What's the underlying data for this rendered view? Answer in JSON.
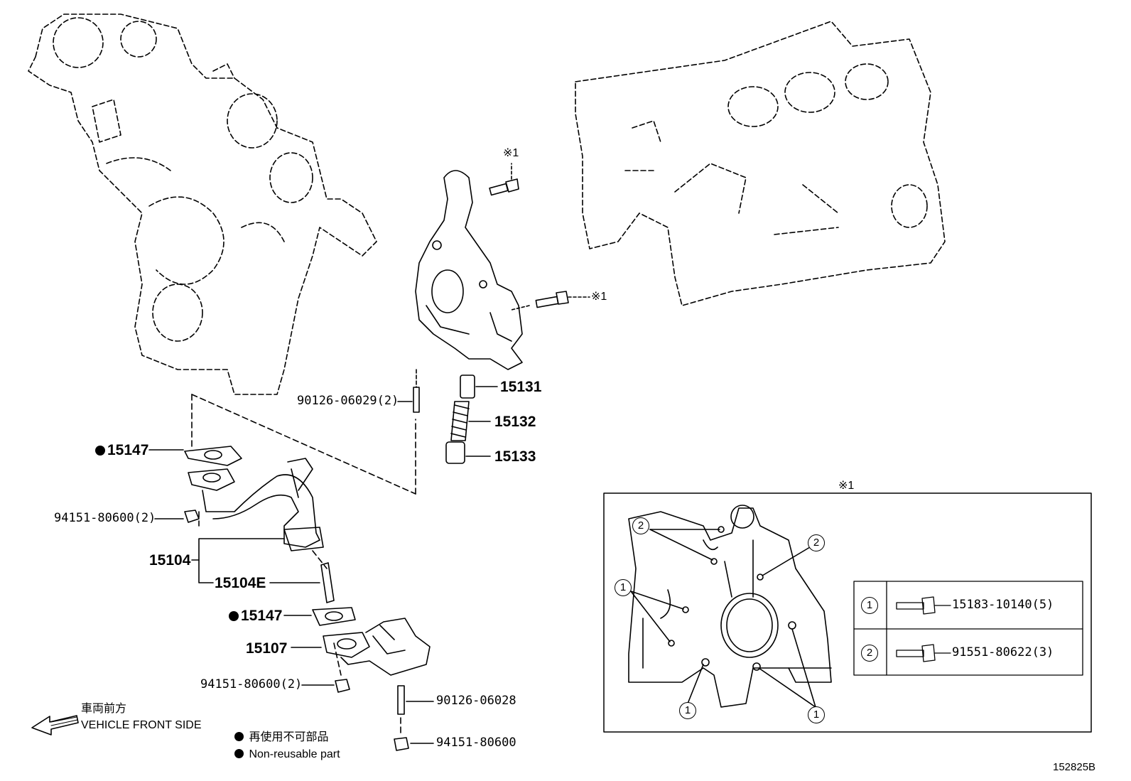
{
  "callouts": {
    "bolt_top": "※1",
    "bolt_right": "※1",
    "inset": "※1"
  },
  "parts": {
    "p90126_06029": "90126-06029(2)",
    "p15131": "15131",
    "p15132": "15132",
    "p15133": "15133",
    "p15147_top": "15147",
    "p94151_80600_a": "94151-80600(2)",
    "p15104": "15104",
    "p15104E": "15104E",
    "p15147_mid": "15147",
    "p15107": "15107",
    "p94151_80600_b": "94151-80600(2)",
    "p90126_06028": "90126-06028",
    "p94151_80600_c": "94151-80600"
  },
  "inset": {
    "markers": [
      "1",
      "2"
    ],
    "table": [
      {
        "marker": "1",
        "part": "15183-10140(5)"
      },
      {
        "marker": "2",
        "part": "91551-80622(3)"
      }
    ]
  },
  "direction": {
    "jp": "車両前方",
    "en": "VEHICLE FRONT SIDE"
  },
  "legend": {
    "jp": "再使用不可部品",
    "en": "Non-reusable part"
  },
  "figure_id": "152825B"
}
